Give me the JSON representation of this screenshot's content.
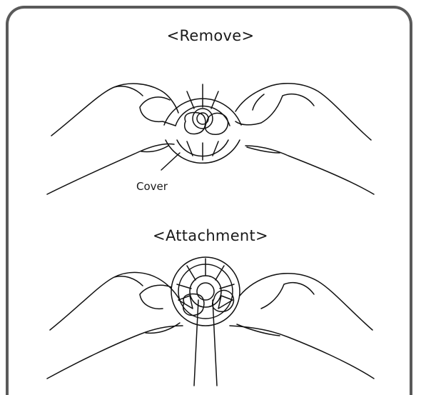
{
  "steps": {
    "remove_title": "<Remove>",
    "attach_title": "<Attachment>"
  },
  "labels": {
    "cover": "Cover"
  },
  "colors": {
    "frame_border": "#5a5a5a",
    "line_art": "#111111",
    "background": "#ffffff"
  }
}
